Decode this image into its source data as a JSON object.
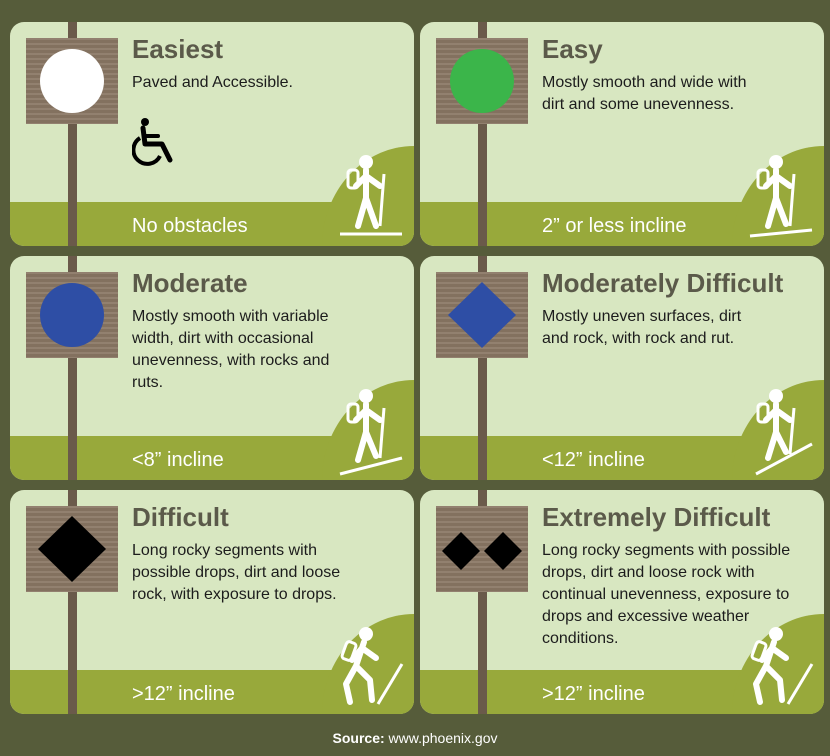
{
  "cards": [
    {
      "title": "Easiest",
      "description": "Paved and Accessible.",
      "incline": "No obstacles",
      "symbol": "white-circle-icon",
      "symbol_color": "#ffffff"
    },
    {
      "title": "Easy",
      "description": "Mostly smooth and wide with dirt and some unevenness.",
      "incline": "2” or less incline",
      "symbol": "green-circle-icon",
      "symbol_color": "#3bb54a"
    },
    {
      "title": "Moderate",
      "description": "Mostly smooth with variable width, dirt with occasional unevenness, with rocks and ruts.",
      "incline": "<8” incline",
      "symbol": "blue-circle-icon",
      "symbol_color": "#2e4ea5"
    },
    {
      "title": "Moderately Difficult",
      "description": "Mostly uneven surfaces, dirt and rock, with rock and rut.",
      "incline": "<12” incline",
      "symbol": "blue-diamond-icon",
      "symbol_color": "#2e4ea5"
    },
    {
      "title": "Difficult",
      "description": "Long rocky segments with possible drops, dirt and loose rock, with exposure to drops.",
      "incline": ">12” incline",
      "symbol": "black-diamond-icon",
      "symbol_color": "#000000"
    },
    {
      "title": "Extremely Difficult",
      "description": "Long rocky segments with possible drops, dirt and loose rock with continual unevenness, exposure to drops and excessive weather conditions.",
      "incline": ">12” incline",
      "symbol": "double-black-diamond-icon",
      "symbol_color": "#000000"
    }
  ],
  "source": {
    "label": "Source:",
    "url": "www.phoenix.gov"
  }
}
